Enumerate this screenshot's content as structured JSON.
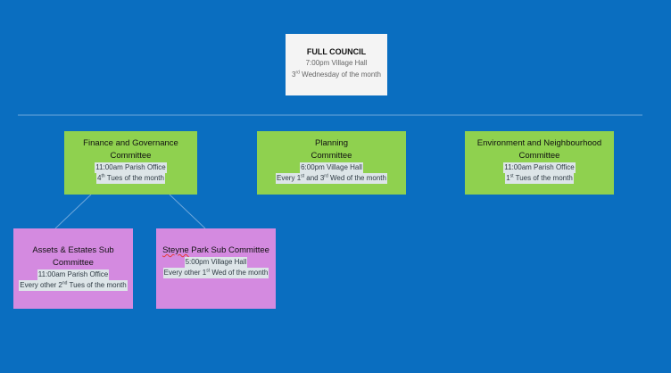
{
  "council": {
    "title": "FULL COUNCIL",
    "time": "7:00pm Village Hall",
    "schedule_num": "3",
    "schedule_sup": "rd",
    "schedule_rest": " Wednesday of the month"
  },
  "finance": {
    "title1": "Finance and Governance",
    "title2": "Committee",
    "time": "11:00am Parish Office",
    "sched_num": "4",
    "sched_sup": "th",
    "sched_rest": " Tues of the month"
  },
  "planning": {
    "title1": "Planning",
    "title2": "Committee",
    "time": "6:00pm Village Hall",
    "sched_a": "Every 1",
    "sched_a_sup": "st",
    "sched_b": " and 3",
    "sched_b_sup": "rd",
    "sched_c": " Wed of the month"
  },
  "environment": {
    "title1": "Environment and Neighbourhood",
    "title2": "Committee",
    "time": "11:00am Parish Office",
    "sched_num": "1",
    "sched_sup": "st",
    "sched_rest": " Tues of the month"
  },
  "assets": {
    "title": "Assets & Estates Sub Committee",
    "time": "11:00am Parish Office",
    "sched_a": "Every other 2",
    "sched_sup": "nd",
    "sched_rest": " Tues of the month"
  },
  "steyne": {
    "title_a": "Steyne",
    "title_b": " Park Sub Committee",
    "time": "5:00pm Village Hall",
    "sched_a": "Every other 1",
    "sched_sup": "st",
    "sched_rest": " Wed of the month"
  },
  "colors": {
    "background": "#0a6ec0",
    "council_box": "#f4f4f4",
    "committee_box": "#8fd14f",
    "subcommittee_box": "#d48ae0",
    "connector": "#6fa8dc"
  }
}
